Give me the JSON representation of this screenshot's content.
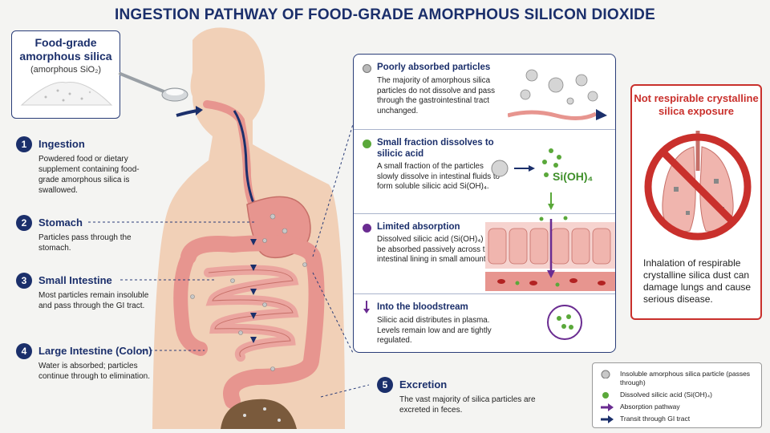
{
  "title": "INGESTION PATHWAY OF FOOD-GRADE AMORPHOUS SILICON DIOXIDE",
  "source_box": {
    "heading": "Food-grade amorphous silica",
    "formula": "(amorphous SiO₂)"
  },
  "steps": [
    {
      "number": "1",
      "title": "Ingestion",
      "text": "Powdered food or dietary supplement containing food-grade amorphous silica is swallowed."
    },
    {
      "number": "2",
      "title": "Stomach",
      "text": "Particles pass through the stomach."
    },
    {
      "number": "3",
      "title": "Small Intestine",
      "text": "Most particles remain insoluble and pass through the GI tract."
    },
    {
      "number": "4",
      "title": "Large Intestine (Colon)",
      "text": "Water is absorbed; particles continue through to elimination."
    }
  ],
  "detail_panel": {
    "sections": [
      {
        "heading": "Poorly absorbed particles",
        "text": "The majority of amorphous silica particles do not dissolve and pass through the gastrointestinal tract unchanged."
      },
      {
        "heading": "Small fraction dissolves to silicic acid",
        "text": "A small fraction of the particles slowly dissolve in intestinal fluids to form soluble silicic acid Si(OH)₄.",
        "label": "Si(OH)₄"
      },
      {
        "heading": "Limited absorption",
        "text": "Dissolved silicic acid (Si(OH)₄) may be absorbed passively across the intestinal lining in small amounts."
      },
      {
        "heading": "Into the bloodstream",
        "text": "Silicic acid distributes in plasma. Levels remain low and are tightly regulated."
      }
    ]
  },
  "excretion": {
    "number": "5",
    "title": "Excretion",
    "text": "The vast majority of silica particles are excreted in feces."
  },
  "warning": {
    "heading": "Not respirable crystalline silica exposure",
    "text": "Inhalation of respirable crystalline silica dust can damage lungs and cause serious disease."
  },
  "legend": [
    {
      "symbol": "grey-particle-icon",
      "label": "Insoluble amorphous silica particle (passes through)"
    },
    {
      "symbol": "green-dot-icon",
      "label": "Dissolved silicic acid (Si(OH)₄)"
    },
    {
      "symbol": "purple-arrow-icon",
      "label": "Absorption pathway"
    },
    {
      "symbol": "navy-arrow-icon",
      "label": "Transit through GI tract"
    }
  ],
  "colors": {
    "navy": "#1b2f6b",
    "purple": "#6a2c91",
    "green": "#5aa83a",
    "warning_red": "#c9302c",
    "tissue": "#e7958f",
    "skin": "#f0c9ad"
  }
}
